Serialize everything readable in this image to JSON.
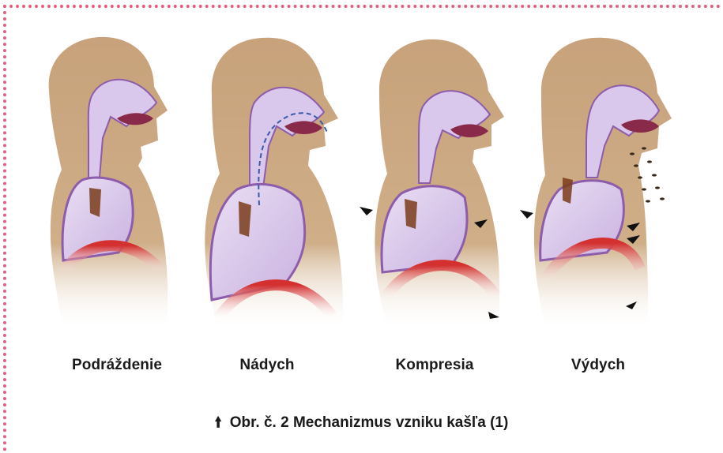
{
  "figure": {
    "stages": [
      {
        "label": "Podráždenie"
      },
      {
        "label": "Nádych"
      },
      {
        "label": "Kompresia"
      },
      {
        "label": "Výdych"
      }
    ],
    "caption": {
      "arrow_icon": "up-arrow-icon",
      "text": "Obr. č. 2 Mechanizmus vzniku kašľa (1)"
    }
  },
  "colors": {
    "frame": "#e0607e",
    "skin": "#c8a47e",
    "airway": "#d9c6ea",
    "airway_edge": "#8a5aa8",
    "diaphragm": "#c8282c",
    "mucus": "#7a3c1a"
  }
}
